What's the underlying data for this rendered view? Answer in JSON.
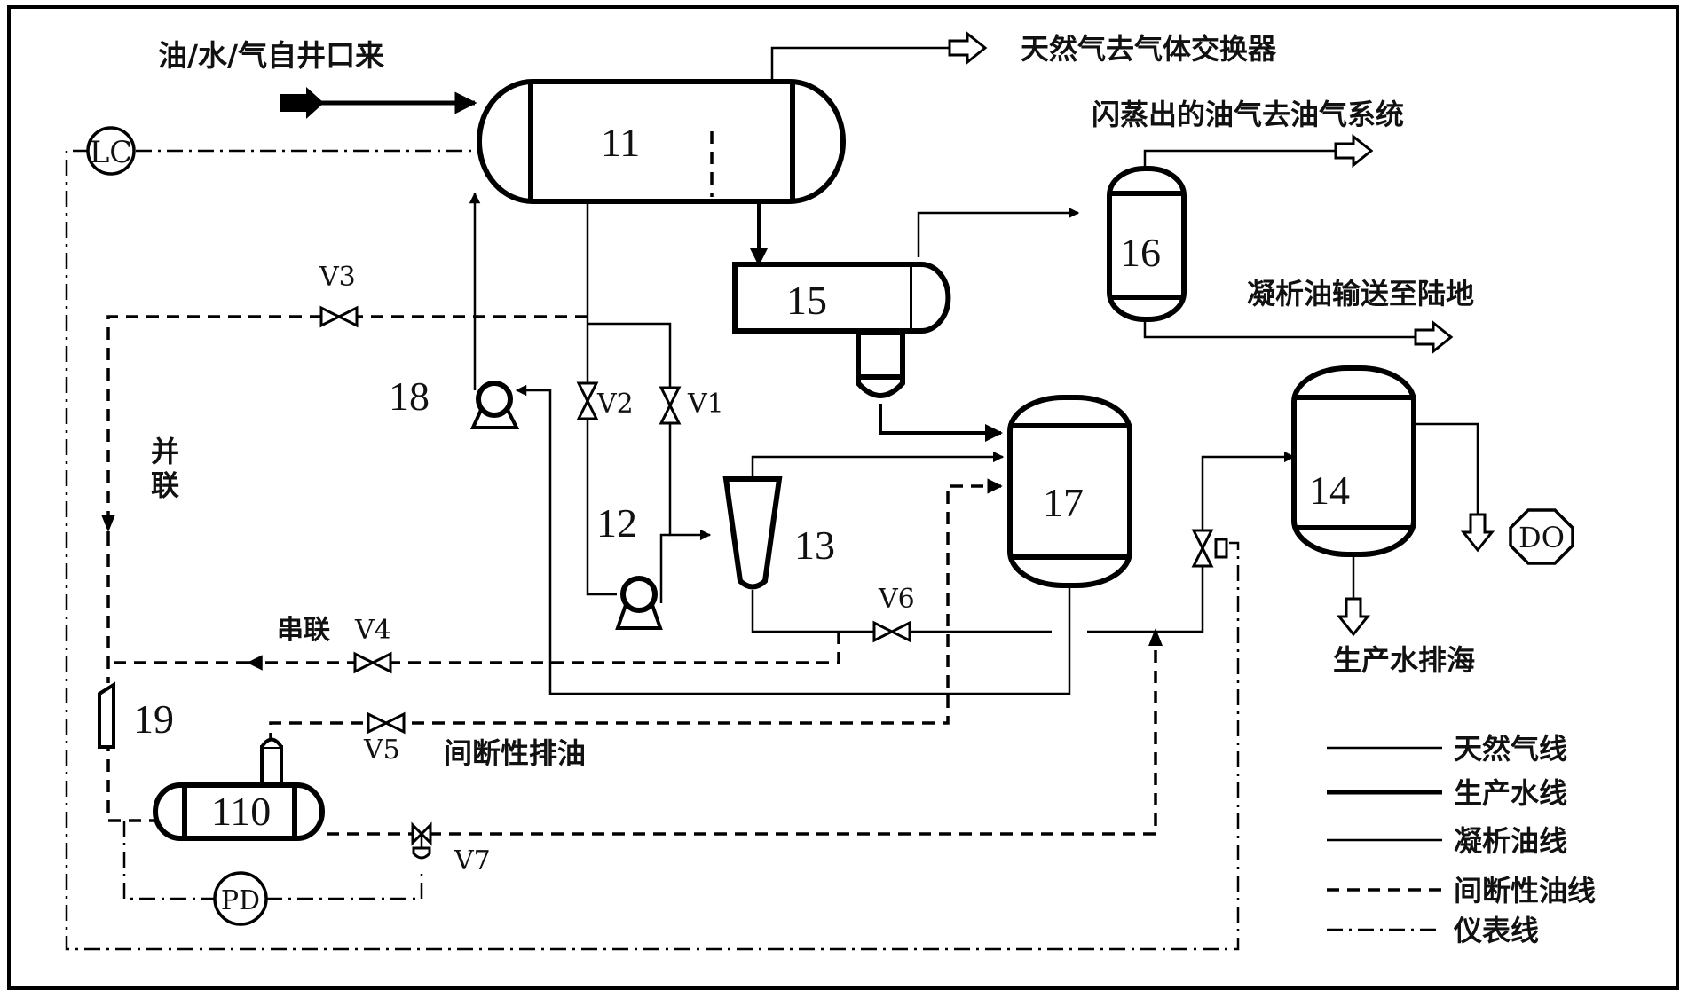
{
  "labels": {
    "inlet": "油/水/气自井口来",
    "gas_out": "天然气去气体交换器",
    "flash_gas_out": "闪蒸出的油气去油气系统",
    "condensate_out": "凝析油输送至陆地",
    "water_out": "生产水排海",
    "intermittent_drain": "间断性排油",
    "parallel": "并联",
    "series": "串联"
  },
  "equipment": {
    "e11": "11",
    "e12": "12",
    "e13": "13",
    "e14": "14",
    "e15": "15",
    "e16": "16",
    "e17": "17",
    "e18": "18",
    "e19": "19",
    "e110": "110"
  },
  "valves": {
    "v1": "V1",
    "v2": "V2",
    "v3": "V3",
    "v4": "V4",
    "v5": "V5",
    "v6": "V6",
    "v7": "V7"
  },
  "instruments": {
    "lc": "LC",
    "pd": "PD",
    "do": "DO"
  },
  "legend": [
    "天然气线",
    "生产水线",
    "凝析油线",
    "间断性油线",
    "仪表线"
  ]
}
